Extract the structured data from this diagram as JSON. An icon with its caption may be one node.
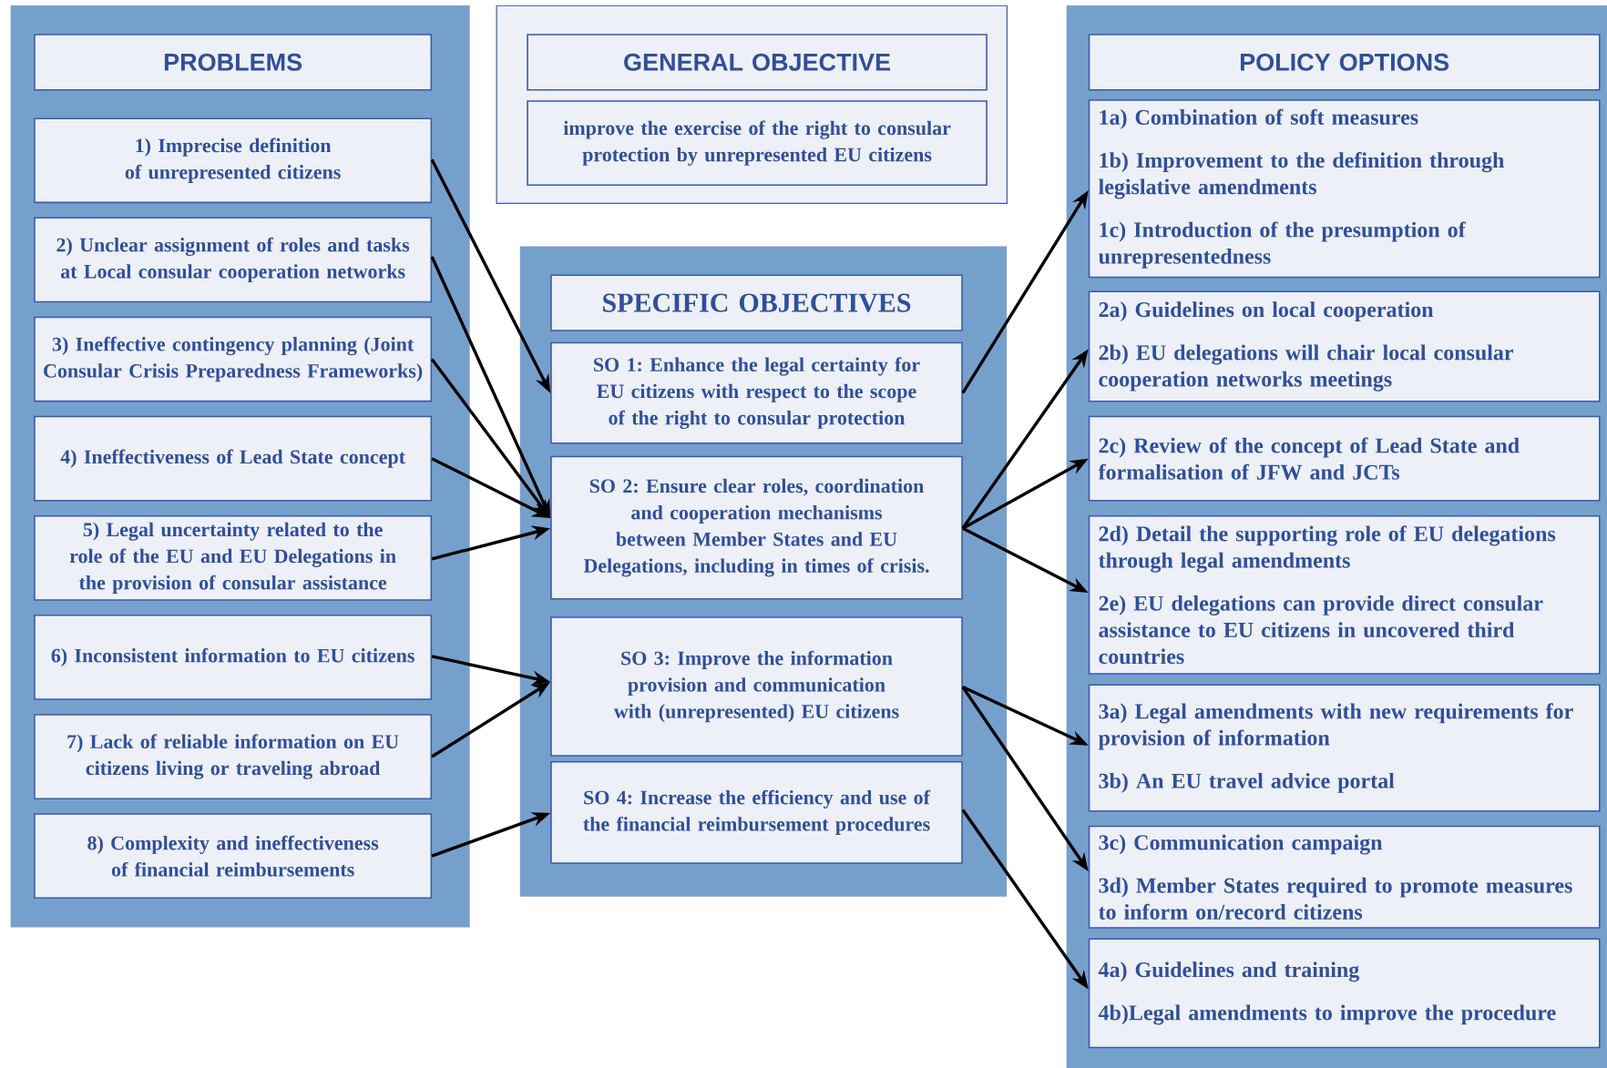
{
  "diagram": {
    "nodes": [
      {
        "text": [],
        "shape": "box"
      },
      {
        "text": [
          "PROBLEMS"
        ],
        "in": 0
      },
      {
        "text": [
          "1) Imprecise definition of unrepresented citizens"
        ],
        "in": 0
      },
      {
        "text": [
          "2) Unclear assignment of roles and tasks at Local consular cooperation networks"
        ],
        "in": 0
      },
      {
        "text": [
          "3) Ineffective contingency planning (Joint Consular Crisis Preparedness Frameworks)"
        ],
        "in": 0
      },
      {
        "text": [
          "4) Ineffectiveness of Lead State concept"
        ],
        "in": 0
      },
      {
        "text": [
          "5) Legal uncertainty related to the role of the EU and EU Delegations in the provision of consular assistance"
        ],
        "in": 0
      },
      {
        "text": [
          "6) Inconsistent information to EU citizens"
        ],
        "in": 0
      },
      {
        "text": [
          "7) Lack of reliable information on EU citizens living or traveling abroad"
        ],
        "in": 0
      },
      {
        "text": [
          "8) Complexity and ineffectiveness of financial reimbursements"
        ],
        "in": 0
      },
      {
        "text": [],
        "shape": "box"
      },
      {
        "text": [
          "GENERAL OBJECTIVE"
        ],
        "in": 10
      },
      {
        "text": [
          "improve the exercise of the right to consular protection by unrepresented EU citizens"
        ],
        "in": 10
      },
      {
        "text": [],
        "shape": "box"
      },
      {
        "text": [
          "SPECIFIC OBJECTIVES"
        ],
        "in": 13
      },
      {
        "text": [
          "SO 1: Enhance the legal certainty for EU citizens with respect to the scope of the right to consular protection"
        ],
        "in": 13
      },
      {
        "text": [
          "SO 2: Ensure clear roles, coordination and cooperation mechanisms between Member States and EU Delegations, including in times of crisis."
        ],
        "in": 13
      },
      {
        "text": [
          "SO 3: Improve the information provision and communication with (unrepresented) EU citizens"
        ],
        "in": 13
      },
      {
        "text": [
          "SO 4: Increase the efficiency and use of the financial reimbursement procedures"
        ],
        "in": 13
      },
      {
        "text": [],
        "shape": "box"
      },
      {
        "text": [
          "POLICY OPTIONS"
        ],
        "in": 19
      },
      {
        "text": [
          "1a) Combination of soft measures",
          "1b) Improvement to the definition through legislative amendments",
          "1c) Introduction of the presumption of unrepresentedness"
        ],
        "in": 19
      },
      {
        "text": [
          "2a) Guidelines on local cooperation",
          "2b) EU delegations will chair local consular cooperation networks meetings"
        ],
        "in": 19
      },
      {
        "text": [
          "2c) Review of the concept of Lead State and formalisation of JFW and JCTs"
        ],
        "in": 19
      },
      {
        "text": [
          "2d) Detail the supporting role of EU delegations through legal amendments",
          "2e) EU delegations can provide direct consular assistance to EU citizens in uncovered third countries"
        ],
        "in": 19
      },
      {
        "text": [
          "3a) Legal amendments with new requirements for provision of information",
          "3b) An EU travel advice portal"
        ],
        "in": 19
      },
      {
        "text": [
          "3c) Communication campaign",
          "3d) Member States required to promote measures to inform on/record citizens"
        ],
        "in": 19
      },
      {
        "text": [
          "4a) Guidelines and training",
          "4b)Legal amendments to improve the procedure"
        ],
        "in": 19
      }
    ],
    "edges": [
      {
        "from": 2,
        "to": 15,
        "arrow": "to"
      },
      {
        "from": 3,
        "to": 16,
        "arrow": "to"
      },
      {
        "from": 4,
        "to": 16,
        "arrow": "to"
      },
      {
        "from": 5,
        "to": 16,
        "arrow": "to"
      },
      {
        "from": 6,
        "to": 16,
        "arrow": "to"
      },
      {
        "from": 7,
        "to": 17,
        "arrow": "to"
      },
      {
        "from": 8,
        "to": 17,
        "arrow": "to"
      },
      {
        "from": 9,
        "to": 18,
        "arrow": "to"
      },
      {
        "from": 15,
        "to": 21,
        "arrow": "to"
      },
      {
        "from": 16,
        "to": 22,
        "arrow": "to"
      },
      {
        "from": 16,
        "to": 23,
        "arrow": "to"
      },
      {
        "from": 16,
        "to": 24,
        "arrow": "to"
      },
      {
        "from": 17,
        "to": 25,
        "arrow": "to"
      },
      {
        "from": 17,
        "to": 26,
        "arrow": "to"
      },
      {
        "from": 18,
        "to": 27,
        "arrow": "to"
      }
    ]
  }
}
